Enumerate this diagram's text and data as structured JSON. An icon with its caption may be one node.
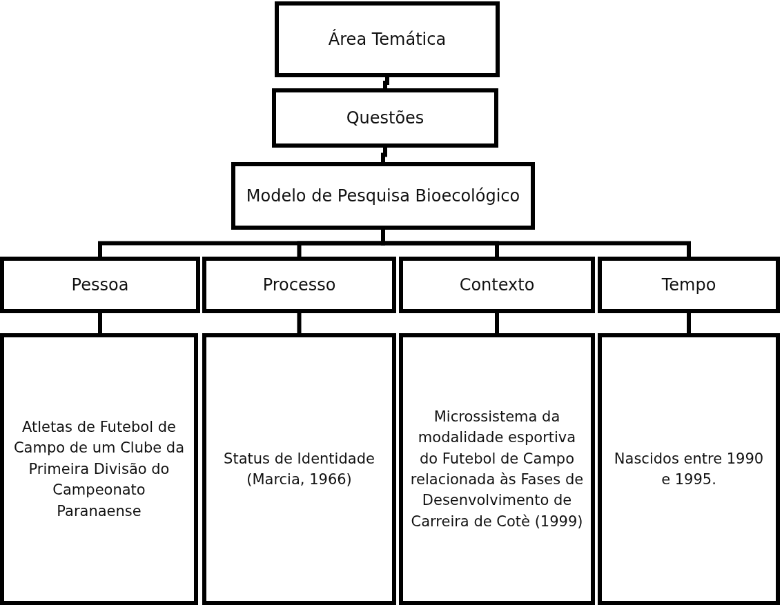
{
  "diagram": {
    "nodes": [
      {
        "text": [
          "Área Temática"
        ]
      },
      {
        "text": [
          "Questões"
        ]
      },
      {
        "text": [
          "Modelo de Pesquisa Bioecológico"
        ]
      },
      {
        "text": [
          "Pessoa"
        ]
      },
      {
        "text": [
          "Processo"
        ]
      },
      {
        "text": [
          "Contexto"
        ]
      },
      {
        "text": [
          "Tempo"
        ]
      },
      {
        "text": [
          "Atletas de Futebol de Campo de um Clube da Primeira Divisão do Campeonato Paranaense"
        ]
      },
      {
        "text": [
          "Status de Identidade (Marcia, 1966)"
        ]
      },
      {
        "text": [
          "Microssistema da modalidade esportiva do Futebol de Campo relacionada às Fases de Desenvolvimento de Carreira de Cotè (1999)"
        ]
      },
      {
        "text": [
          "Nascidos entre 1990 e 1995."
        ]
      }
    ],
    "edges": [
      {
        "from": 0,
        "to": 1,
        "arrow": "none"
      },
      {
        "from": 1,
        "to": 2,
        "arrow": "none"
      },
      {
        "from": 2,
        "to": 3,
        "arrow": "none"
      },
      {
        "from": 2,
        "to": 4,
        "arrow": "none"
      },
      {
        "from": 2,
        "to": 5,
        "arrow": "none"
      },
      {
        "from": 2,
        "to": 6,
        "arrow": "none"
      },
      {
        "from": 3,
        "to": 7,
        "arrow": "none"
      },
      {
        "from": 4,
        "to": 8,
        "arrow": "none"
      },
      {
        "from": 5,
        "to": 9,
        "arrow": "none"
      },
      {
        "from": 6,
        "to": 10,
        "arrow": "none"
      }
    ]
  }
}
